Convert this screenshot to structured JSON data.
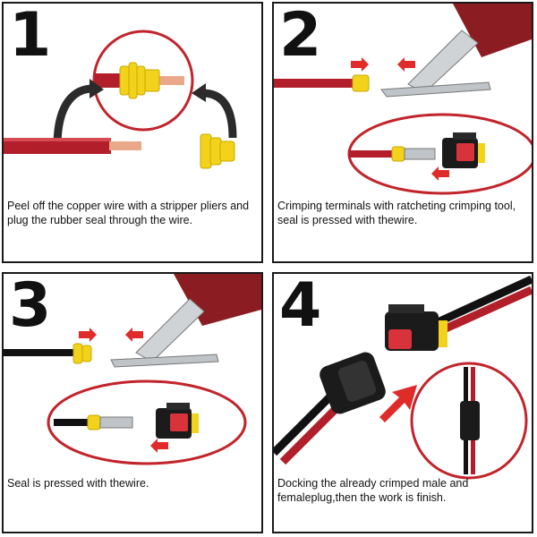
{
  "steps": [
    {
      "number": "1",
      "caption": "Peel off the copper wire with a stripper pliers and plug the rubber seal through the wire."
    },
    {
      "number": "2",
      "caption": "Crimping terminals with ratcheting crimping tool, seal is pressed with thewire."
    },
    {
      "number": "3",
      "caption": "Seal is pressed with thewire."
    },
    {
      "number": "4",
      "caption": "Docking the already crimped male and femaleplug,then the work is finish."
    }
  ],
  "colors": {
    "wire_red": "#b21f2a",
    "copper": "#e8a889",
    "seal_yellow": "#f2d21a",
    "circle_red": "#c2242c",
    "arrow_red": "#e02b2b",
    "plier_handle": "#8a1c22",
    "connector_black": "#1b1b1b"
  }
}
